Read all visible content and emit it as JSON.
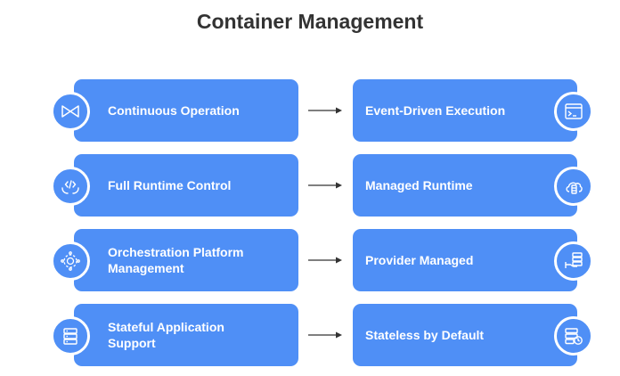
{
  "title": "Container Management",
  "rows": [
    {
      "left": {
        "label": "Continuous Operation",
        "icon": "bowtie-icon"
      },
      "right": {
        "label": "Event-Driven Execution",
        "icon": "terminal-window-icon"
      }
    },
    {
      "left": {
        "label": "Full Runtime Control",
        "icon": "code-hands-icon"
      },
      "right": {
        "label": "Managed Runtime",
        "icon": "cloud-server-icon"
      }
    },
    {
      "left": {
        "label": "Orchestration Platform Management",
        "icon": "gear-network-icon"
      },
      "right": {
        "label": "Provider Managed",
        "icon": "server-hand-icon"
      }
    },
    {
      "left": {
        "label": "Stateful Application Support",
        "icon": "database-icon"
      },
      "right": {
        "label": "Stateless by Default",
        "icon": "database-clock-icon"
      }
    }
  ],
  "colors": {
    "card": "#4f8ff6",
    "text": "#ffffff",
    "title": "#333333",
    "arrow": "#333333"
  }
}
